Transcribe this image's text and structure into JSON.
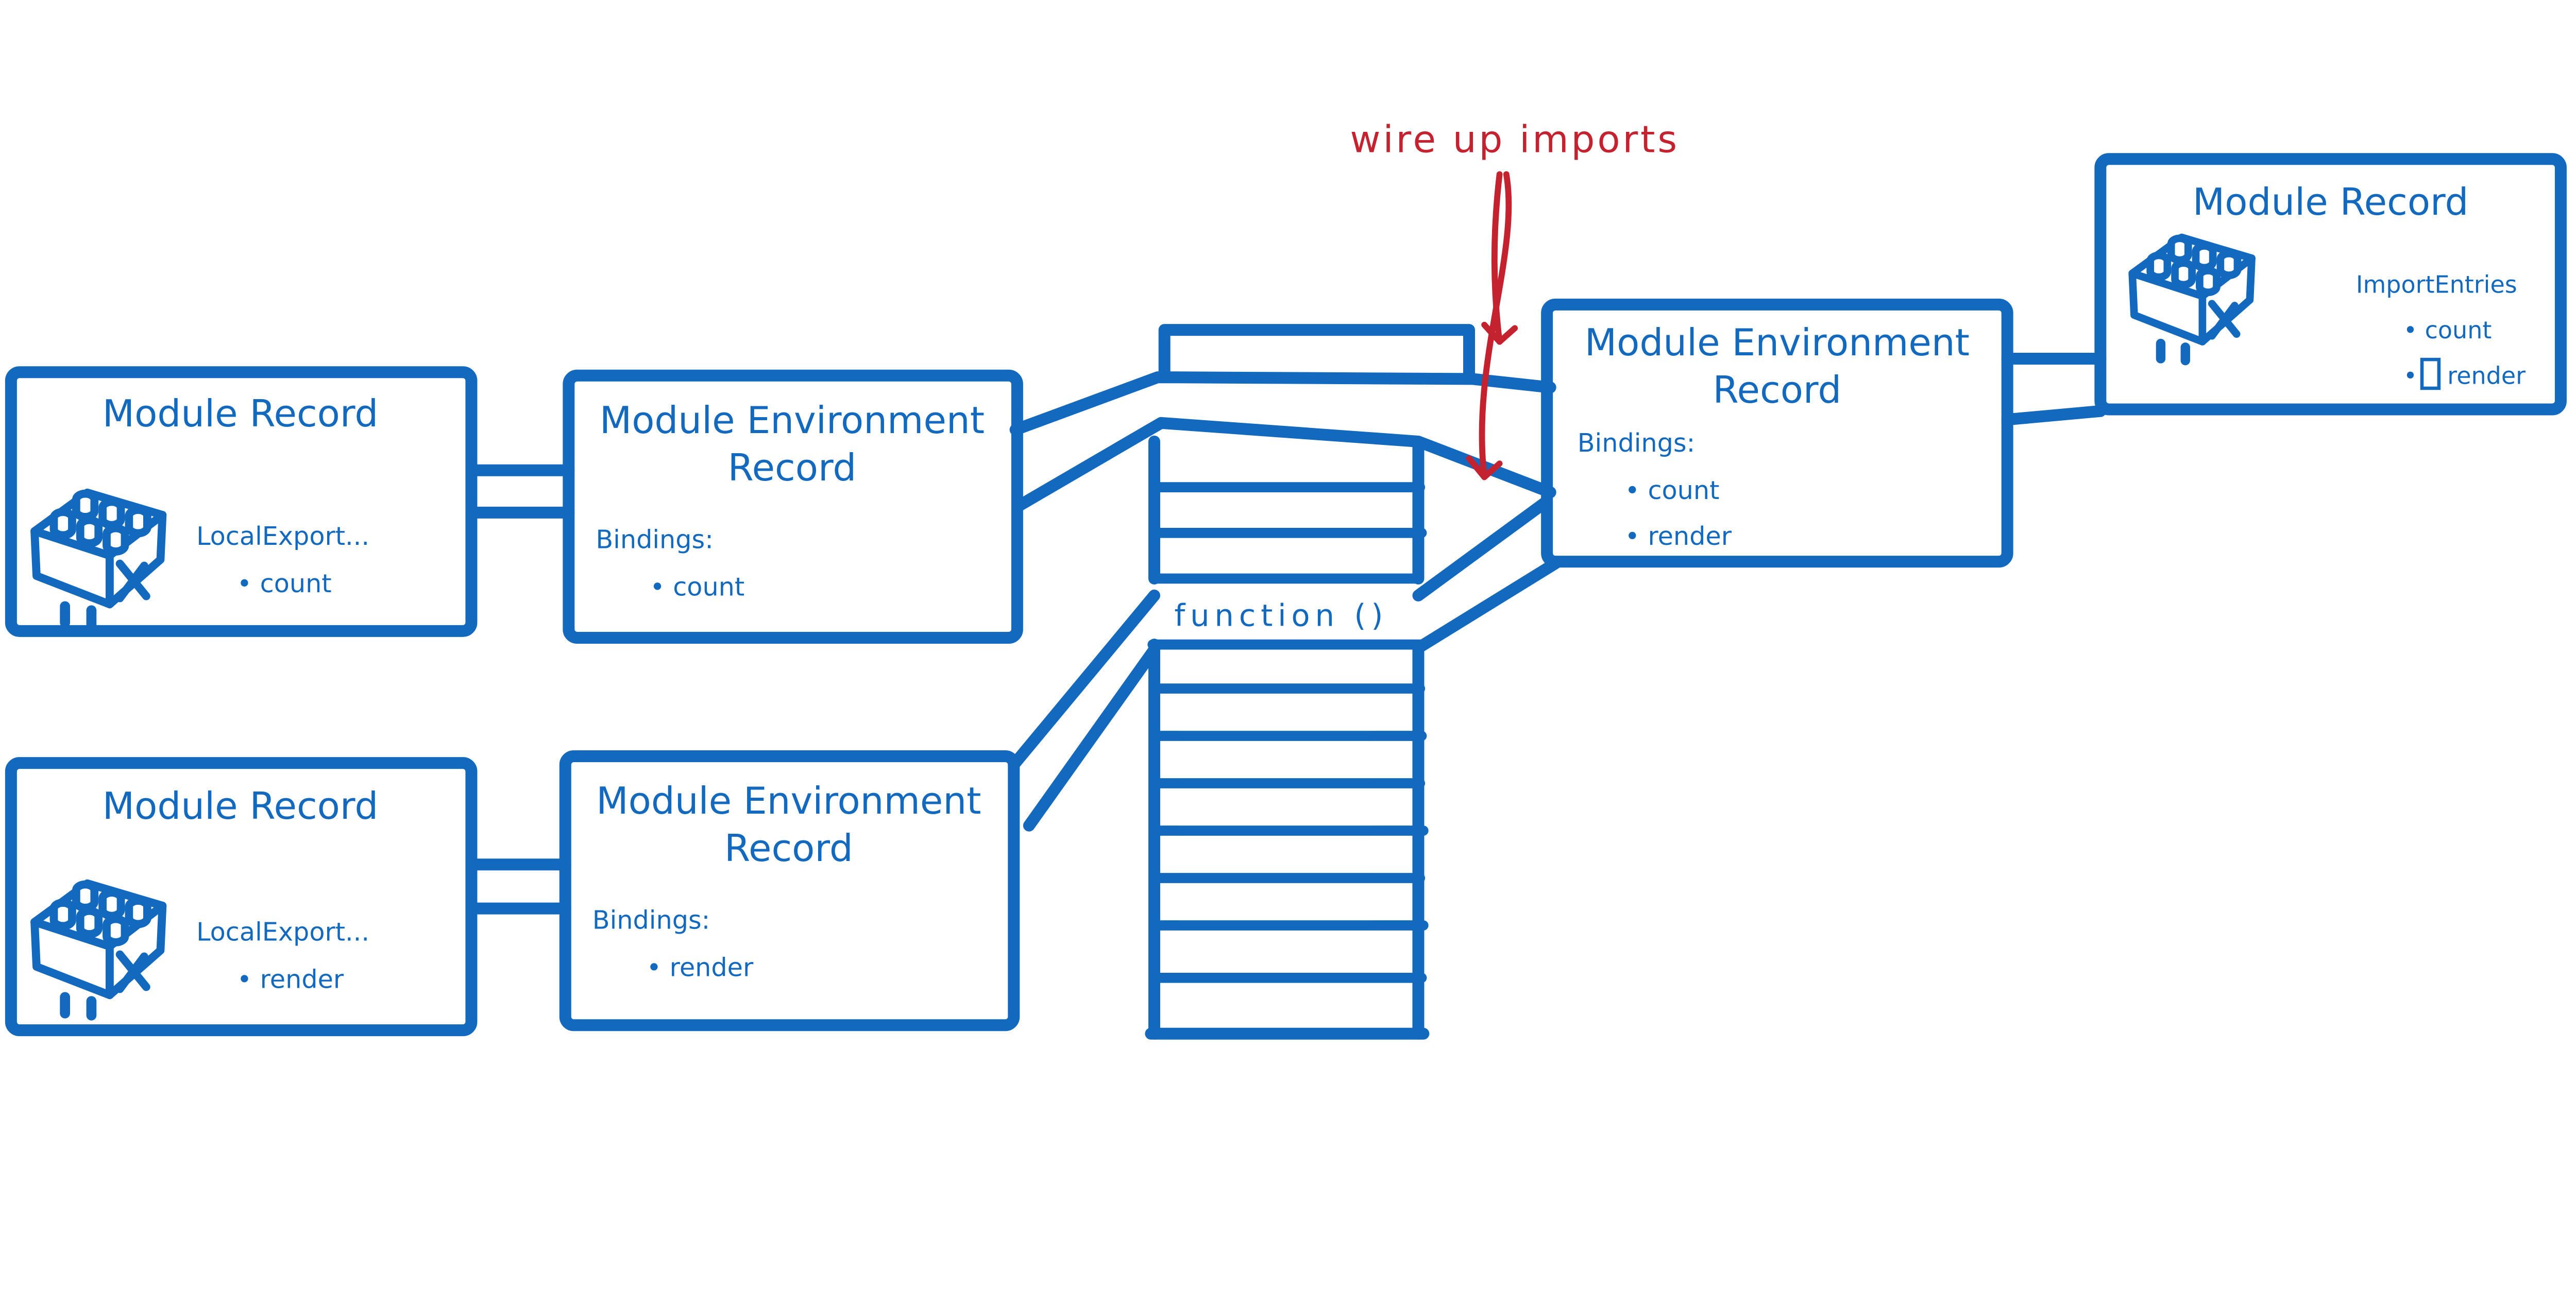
{
  "colors": {
    "ink_blue": "#1269BE",
    "annotation_red": "#C3222E",
    "background": "#FFFFFF"
  },
  "annotation": {
    "label": "wire up imports"
  },
  "memory_column": {
    "function_row_label": "function ()"
  },
  "boxes": {
    "module_record_top_left": {
      "title": "Module Record",
      "entries_label": "LocalExport...",
      "item_1": "• count"
    },
    "module_env_record_top": {
      "title_line_1": "Module Environment",
      "title_line_2": "Record",
      "bindings_label": "Bindings:",
      "item_1": "• count"
    },
    "module_record_bottom_left": {
      "title": "Module Record",
      "entries_label": "LocalExport...",
      "item_1": "• render"
    },
    "module_env_record_bottom": {
      "title_line_1": "Module Environment",
      "title_line_2": "Record",
      "bindings_label": "Bindings:",
      "item_1": "• render"
    },
    "module_env_record_main": {
      "title_line_1": "Module Environment",
      "title_line_2": "Record",
      "bindings_label": "Bindings:",
      "item_1": "• count",
      "item_2": "• render"
    },
    "module_record_right": {
      "title": "Module Record",
      "entries_label": "ImportEntries",
      "item_1": "• count",
      "item_2_bullet": "•",
      "item_2_label": "render"
    }
  }
}
